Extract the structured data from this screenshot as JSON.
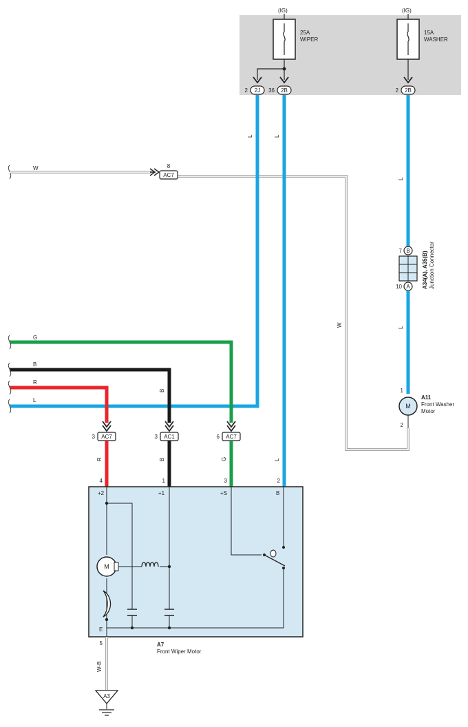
{
  "fuse_box": {
    "wiper": {
      "supply": "(IG)",
      "rating": "25A",
      "name": "WIPER"
    },
    "washer": {
      "supply": "(IG)",
      "rating": "15A",
      "name": "WASHER"
    },
    "terminals": [
      {
        "pin": "2",
        "connector": "2J"
      },
      {
        "pin": "36",
        "connector": "2B"
      },
      {
        "pin": "2",
        "connector": "2B"
      }
    ]
  },
  "wire_colors": {
    "L": "#1aa6e0",
    "G": "#1b9e4b",
    "B": "#1a1a1a",
    "R": "#e8262b",
    "W": "#c8c8c8",
    "W-B": "#b4b4b4"
  },
  "wire_labels": {
    "l_2j": "L",
    "l_36_2b": "L",
    "l_washer_upper": "L",
    "l_washer_lower": "L",
    "w_top": "W",
    "w_right": "W",
    "left_g": "G",
    "left_b": "B",
    "left_r": "R",
    "left_l": "L",
    "b_vertical": "B",
    "r_lower": "R",
    "b_lower": "B",
    "g_lower": "G",
    "l_lower": "L",
    "ground_wire": "W-B"
  },
  "connector_ac7_top": {
    "pin": "8",
    "label": "AC7"
  },
  "connectors": [
    {
      "pin": "3",
      "label": "AC7"
    },
    {
      "pin": "3",
      "label": "AC1"
    },
    {
      "pin": "6",
      "label": "AC7"
    }
  ],
  "junction_connector": {
    "id": "A34(A), A35(B)",
    "name": "Junction Connector",
    "top_pin": "7",
    "top_letter": "B",
    "bottom_pin": "10",
    "bottom_letter": "A"
  },
  "washer_motor": {
    "id": "A11",
    "name_line1": "Front Washer",
    "name_line2": "Motor",
    "symbol": "M",
    "pin_top": "1",
    "pin_bottom": "2"
  },
  "wiper_motor": {
    "id": "A7",
    "name": "Front Wiper Motor",
    "symbol": "M",
    "pins": [
      "4",
      "1",
      "3",
      "2"
    ],
    "terminals": [
      "+2",
      "+1",
      "+S",
      "B"
    ],
    "ground_terminal": "E",
    "ground_pin": "5"
  },
  "ground": {
    "label": "A3"
  }
}
